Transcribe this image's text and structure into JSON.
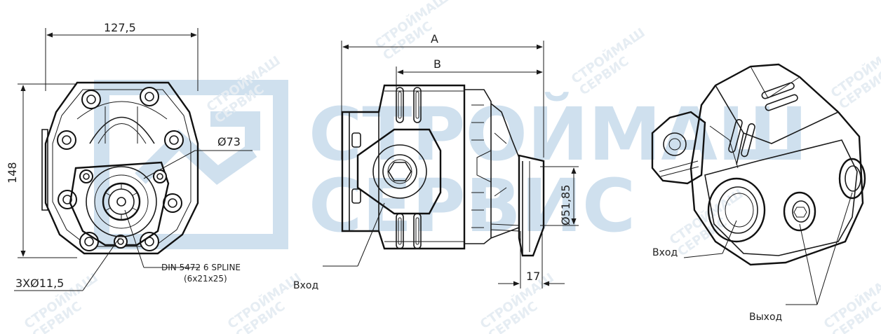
{
  "watermark": {
    "big_line1": "СТРОЙМАШ",
    "big_line2": "СЕРВИС",
    "tile_line1": "СТРОЙМАШ",
    "tile_line2": "СЕРВИС",
    "color": "#cfe0ee"
  },
  "front_view": {
    "width_dim": "127,5",
    "height_dim": "148",
    "bore_dim": "Ø73",
    "holes_dim": "3XØ11,5",
    "spline_line1": "DIN 5472 6 SPLINE",
    "spline_line2": "(6x21x25)"
  },
  "side_view": {
    "dim_a": "A",
    "dim_b": "B",
    "flange_dim": "Ø51,85",
    "length_dim": "17",
    "inlet_label": "Вход"
  },
  "iso_view": {
    "inlet_label": "Вход",
    "outlet_label": "Выход"
  }
}
